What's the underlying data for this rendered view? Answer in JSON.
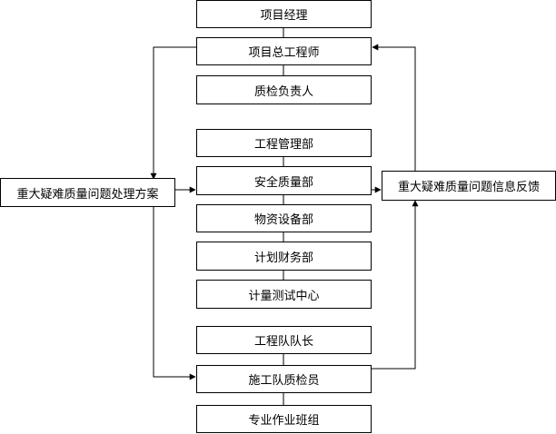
{
  "center_column": [
    "项目经理",
    "项目总工程师",
    "质检负责人",
    "工程管理部",
    "安全质量部",
    "物资设备部",
    "计划财务部",
    "计量测试中心",
    "工程队队长",
    "施工队质检员",
    "专业作业班组"
  ],
  "left_node": "重大疑难质量问题处理方案",
  "right_node": "重大疑难质量问题信息反馈",
  "line_color": "#000000"
}
